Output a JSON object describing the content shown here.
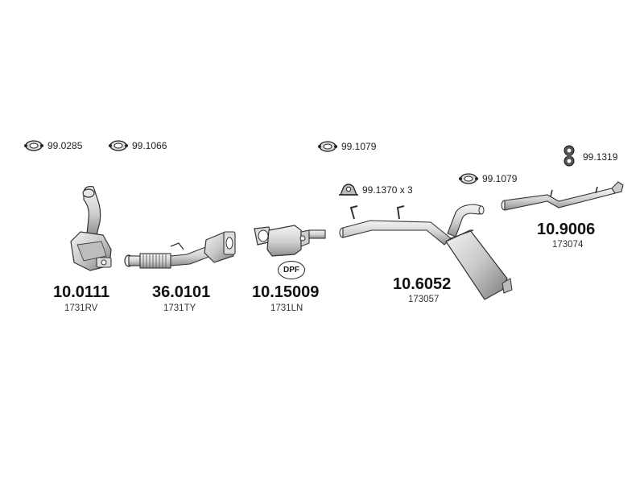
{
  "accessories": [
    {
      "code": "99.0285",
      "icon": "gasket-icon"
    },
    {
      "code": "99.1066",
      "icon": "gasket-icon"
    },
    {
      "code": "99.1079",
      "icon": "gasket-icon"
    },
    {
      "code": "99.1370 x 3",
      "icon": "hanger-icon"
    },
    {
      "code": "99.1079",
      "icon": "gasket-icon"
    },
    {
      "code": "99.1319",
      "icon": "rubber-mount-icon"
    }
  ],
  "parts": [
    {
      "part_number": "10.0111",
      "oem_code": "1731RV",
      "kind": "catalytic-converter"
    },
    {
      "part_number": "36.0101",
      "oem_code": "1731TY",
      "kind": "front-pipe-flex"
    },
    {
      "part_number": "10.15009",
      "oem_code": "1731LN",
      "kind": "particulate-filter"
    },
    {
      "part_number": "10.6052",
      "oem_code": "173057",
      "kind": "middle-silencer"
    },
    {
      "part_number": "10.9006",
      "oem_code": "173074",
      "kind": "tail-pipe"
    }
  ],
  "badges": {
    "dpf": "DPF"
  },
  "colors": {
    "line": "#333333",
    "fill_light": "#e4e4e4",
    "fill_mid": "#c8c8c8",
    "fill_dark": "#9a9a9a"
  }
}
